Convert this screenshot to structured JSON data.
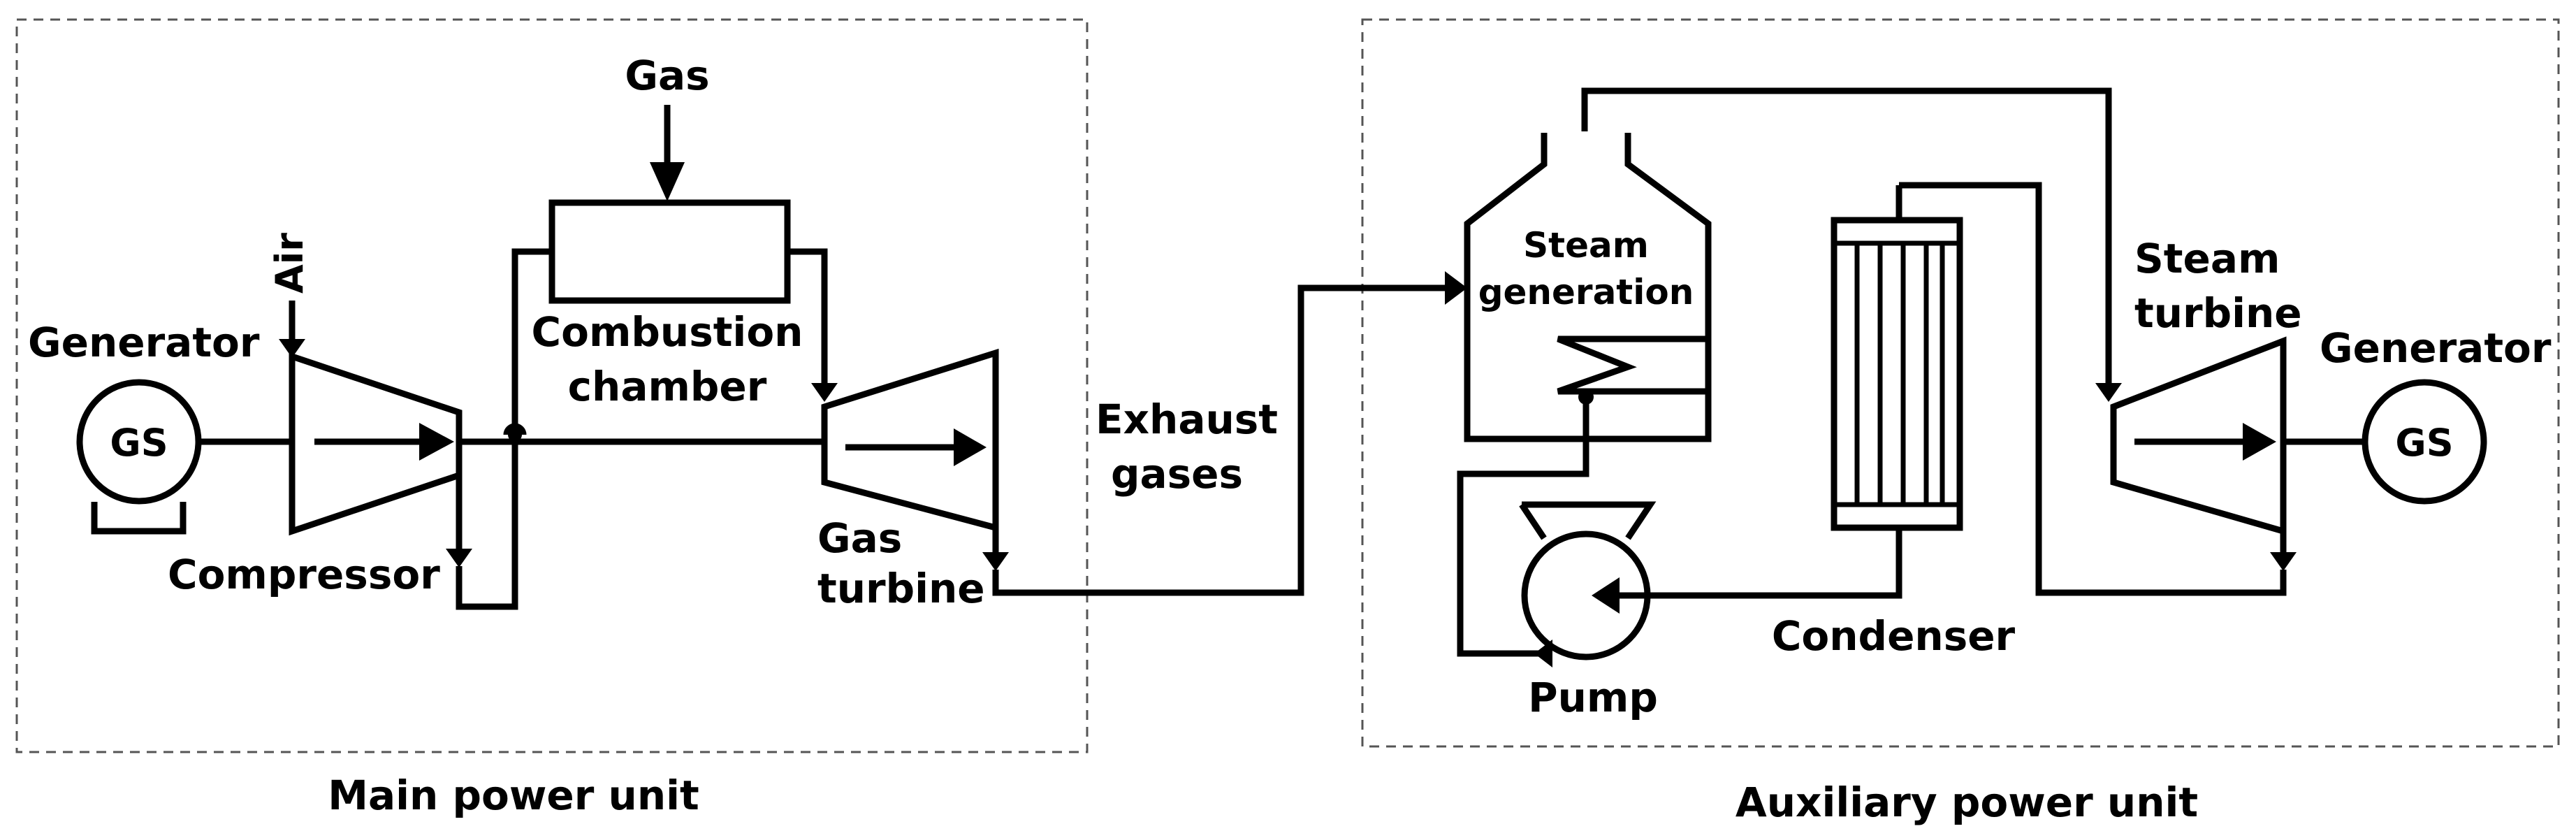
{
  "main_unit": {
    "title": "Main power unit",
    "generator_label": "Generator",
    "generator_symbol": "GS",
    "air_label": "Air",
    "compressor_label": "Compressor",
    "gas_label": "Gas",
    "combustion_label_1": "Combustion",
    "combustion_label_2": "chamber",
    "gas_turbine_label_1": "Gas",
    "gas_turbine_label_2": "turbine"
  },
  "exhaust": {
    "label_1": "Exhaust",
    "label_2": "gases"
  },
  "aux_unit": {
    "title": "Auxiliary power unit",
    "steam_gen_label_1": "Steam",
    "steam_gen_label_2": "generation",
    "steam_turbine_label_1": "Steam",
    "steam_turbine_label_2": "turbine",
    "generator_label": "Generator",
    "generator_symbol": "GS",
    "condenser_label": "Condenser",
    "pump_label": "Pump"
  }
}
